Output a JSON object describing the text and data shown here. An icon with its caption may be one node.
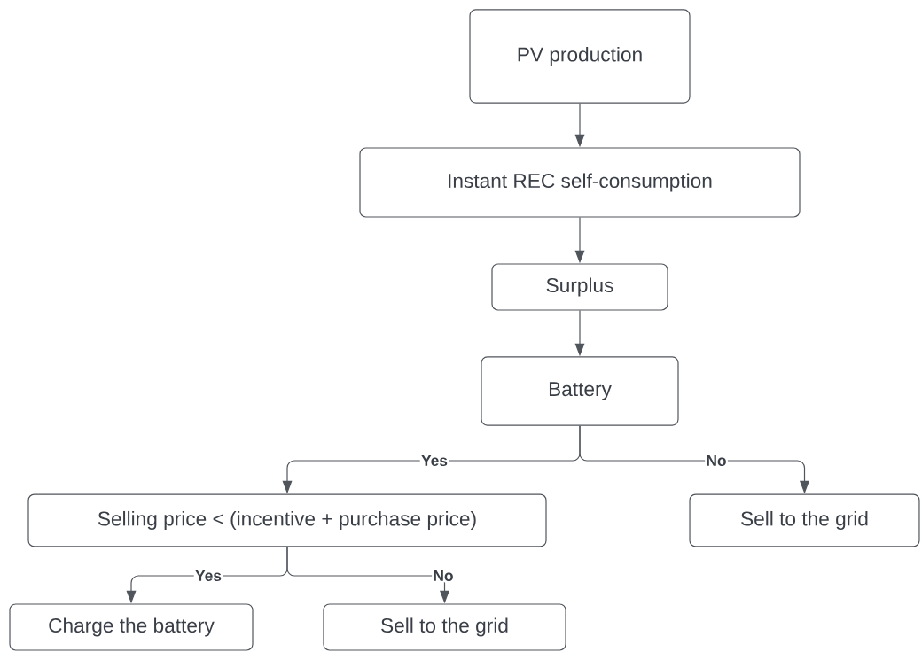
{
  "diagram": {
    "nodes": [
      {
        "text": [
          "PV production"
        ]
      },
      {
        "text": [
          "Instant REC self-consumption"
        ]
      },
      {
        "text": [
          "Surplus"
        ]
      },
      {
        "text": [
          "Battery"
        ]
      },
      {
        "text": [
          "Selling price < (incentive + purchase price)"
        ]
      },
      {
        "text": [
          "Sell to the grid"
        ]
      },
      {
        "text": [
          "Charge the battery"
        ]
      },
      {
        "text": [
          "Sell to the grid"
        ]
      }
    ],
    "edges": [
      {
        "from": 0,
        "to": 1,
        "arrow": "to"
      },
      {
        "from": 1,
        "to": 2,
        "arrow": "to"
      },
      {
        "from": 2,
        "to": 3,
        "arrow": "to"
      },
      {
        "from": 3,
        "to": 4,
        "arrow": "to",
        "label": "Yes"
      },
      {
        "from": 3,
        "to": 5,
        "arrow": "to",
        "label": "No"
      },
      {
        "from": 4,
        "to": 6,
        "arrow": "to",
        "label": "Yes"
      },
      {
        "from": 4,
        "to": 7,
        "arrow": "to",
        "label": "No"
      }
    ]
  }
}
